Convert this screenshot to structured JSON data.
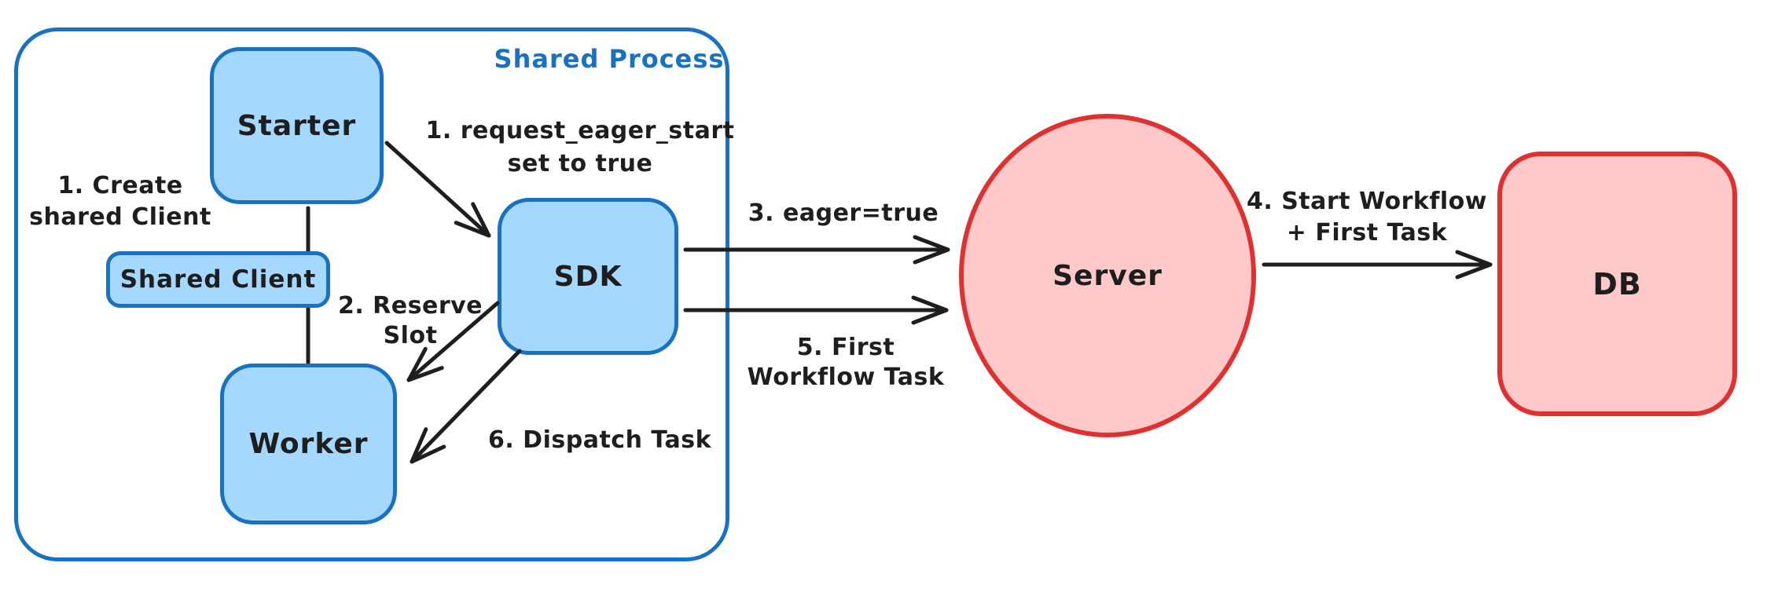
{
  "diagram": {
    "container": {
      "label": "Shared Process"
    },
    "nodes": {
      "starter": {
        "label": "Starter"
      },
      "shared_client": {
        "label": "Shared Client"
      },
      "worker": {
        "label": "Worker"
      },
      "sdk": {
        "label": "SDK"
      },
      "server": {
        "label": "Server"
      },
      "db": {
        "label": "DB"
      }
    },
    "annotations": {
      "create_shared_client": {
        "line1": "1. Create",
        "line2": "shared Client"
      },
      "request_eager_start": {
        "line1": "1. request_eager_start",
        "line2": "set to true"
      },
      "reserve_slot": {
        "line1": "2. Reserve",
        "line2": "Slot"
      },
      "dispatch_task": {
        "text": "6. Dispatch Task"
      },
      "eager_true": {
        "text": "3. eager=true"
      },
      "first_workflow_task": {
        "line1": "5. First",
        "line2": "Workflow Task"
      },
      "start_workflow": {
        "line1": "4. Start Workflow",
        "line2": "+ First Task"
      }
    },
    "colors": {
      "blue_stroke": "#1971c2",
      "blue_fill": "#a5d8ff",
      "red_stroke": "#e03131",
      "red_fill": "#ffc9c9",
      "arrow_and_text": "#1e1e1e",
      "background": "#ffffff"
    }
  }
}
